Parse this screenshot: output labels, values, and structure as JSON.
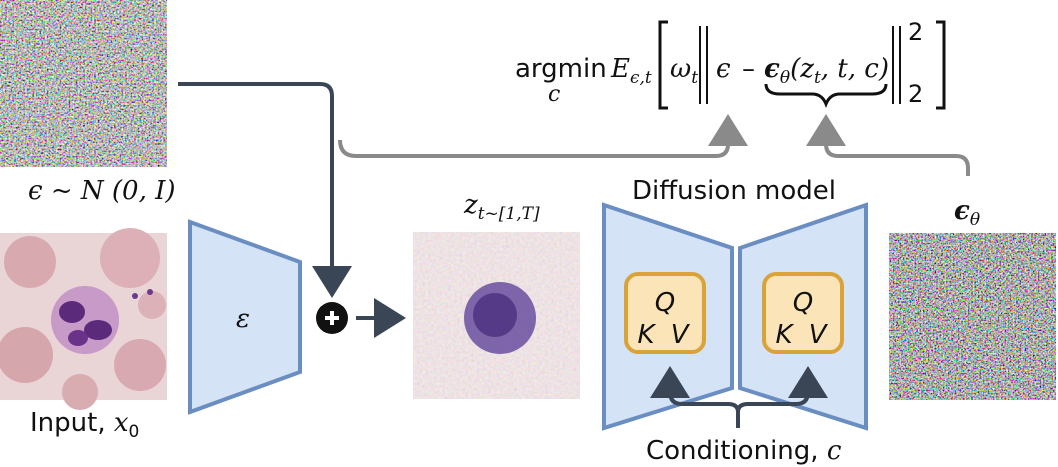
{
  "labels": {
    "noise": "ϵ ~ N (0, I)",
    "input_prefix": "Input, ",
    "input_var": "x",
    "input_sub": "0",
    "encoder": "ε",
    "z_var": "z",
    "z_sub": "t~[1,T]",
    "diffusion_model": "Diffusion model",
    "eps_theta_var": "ϵ",
    "eps_theta_sub": "θ",
    "conditioning": "Conditioning, ",
    "conditioning_var": "c",
    "q": "Q",
    "kv": "K V",
    "plus": "+"
  },
  "formula": {
    "argmin": "argmin",
    "argmin_sub": "c",
    "expect": "E",
    "expect_sub": "ϵ,t",
    "omega": "ω",
    "omega_sub": "t",
    "eps": "ϵ",
    "minus": "–",
    "eps_theta": "ϵ",
    "theta_sub": "θ",
    "args_open": "(z",
    "z_sub": "t",
    "args_rest": ", t, c)",
    "power": "2",
    "norm_sub": "2"
  },
  "colors": {
    "arrow_dark": "#3a4656",
    "arrow_gray": "#8a8a8a",
    "trapezoid_fill": "#d5e3f7",
    "trapezoid_stroke": "#6b8ec2",
    "qkv_fill": "#fbe5b8",
    "qkv_stroke": "#d9a33a"
  }
}
